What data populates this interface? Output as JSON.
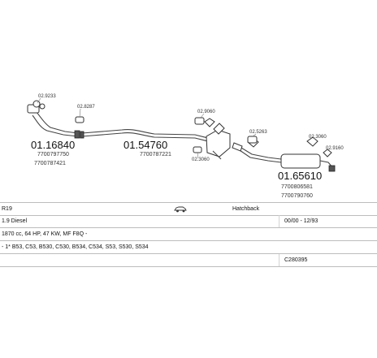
{
  "diagram": {
    "part_numbers": {
      "p1": "01.16840",
      "p2": "01.54760",
      "p3": "01.65610"
    },
    "oem_refs": {
      "r1a": "7700797750",
      "r1b": "7700787421",
      "r2": "7700787221",
      "r3a": "7700806581",
      "r3b": "7700790760"
    },
    "accessory_codes": {
      "a1": "02.9233",
      "a2": "02.8287",
      "a3": "02.9060",
      "a4": "02.5263",
      "a5": "02.3060",
      "a6": "02.9160",
      "a7": "02.3060"
    }
  },
  "vehicle": {
    "model": "R19",
    "body_icon": "car-side-icon",
    "body_type": "Hatchback",
    "engine": "1.9 Diesel",
    "production": "00/00 - 12/93",
    "spec": "1870 cc, 64 HP, 47 KW, MF F8Q -",
    "chassis": "- 1* B53, C53, B530, C530, B534, C534, S53, S530, S534",
    "code": "C280395"
  }
}
